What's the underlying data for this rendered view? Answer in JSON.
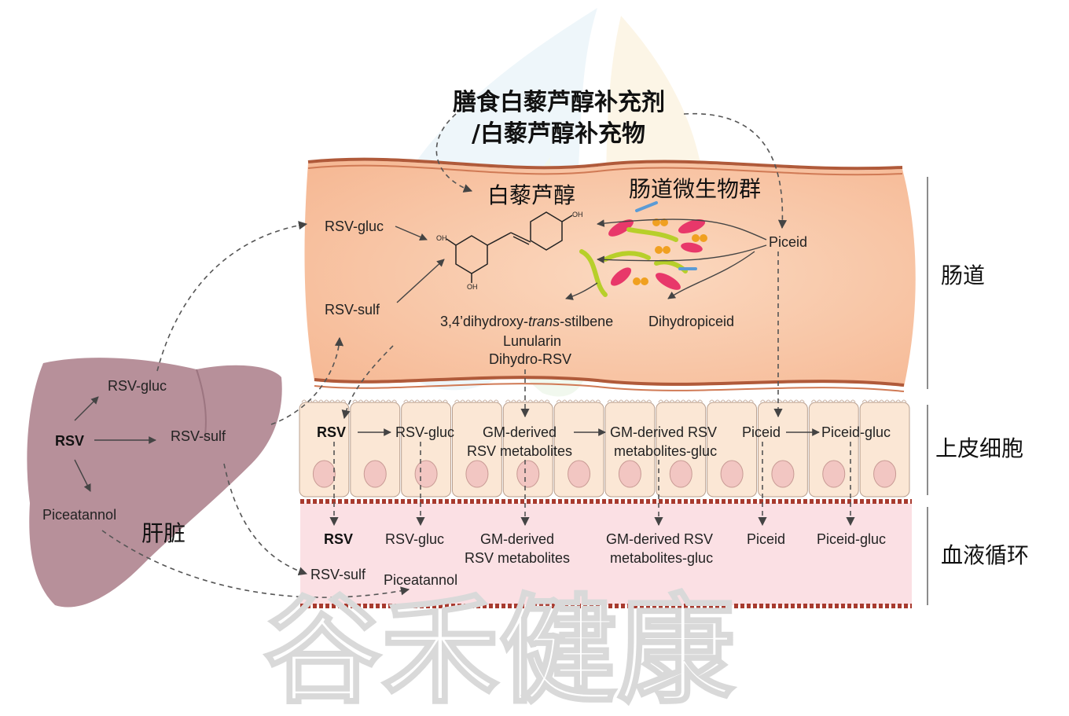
{
  "title": {
    "line1": "膳食白藜芦醇补充剂",
    "line2": "/白藜芦醇补充物"
  },
  "watermark": "谷禾健康",
  "region_labels": {
    "gut": "肠道",
    "epithelium": "上皮细胞",
    "blood": "血液循环",
    "liver": "肝脏"
  },
  "gut": {
    "resveratrol": "白藜芦醇",
    "microbiota": "肠道微生物群",
    "rsv_gluc": "RSV-gluc",
    "rsv_sulf": "RSV-sulf",
    "piceid": "Piceid",
    "dihydropiceid": "Dihydropiceid",
    "metabolite1_pre": "3,4’dihydroxy-",
    "metabolite1_italic": "trans",
    "metabolite1_post": "-stilbene",
    "metabolite2": "Lunularin",
    "metabolite3": "Dihydro-RSV"
  },
  "molecule": {
    "oh_top": "OH",
    "oh_left": "OH",
    "oh_bottom": "OH"
  },
  "epithelium": {
    "rsv": "RSV",
    "rsv_gluc": "RSV-gluc",
    "gm_line1": "GM-derived",
    "gm_line2": "RSV metabolites",
    "gmg_line1": "GM-derived RSV",
    "gmg_line2": "metabolites-gluc",
    "piceid": "Piceid",
    "piceid_gluc": "Piceid-gluc"
  },
  "blood": {
    "rsv": "RSV",
    "rsv_gluc": "RSV-gluc",
    "gm_line1": "GM-derived",
    "gm_line2": "RSV metabolites",
    "gmg_line1": "GM-derived RSV",
    "gmg_line2": "metabolites-gluc",
    "piceid": "Piceid",
    "piceid_gluc": "Piceid-gluc",
    "rsv_sulf": "RSV-sulf",
    "piceatannol": "Piceatannol"
  },
  "liver": {
    "rsv": "RSV",
    "rsv_gluc": "RSV-gluc",
    "rsv_sulf": "RSV-sulf",
    "piceatannol": "Piceatannol"
  },
  "colors": {
    "gut_fill": "#f8c9a8",
    "epithelium_fill": "#fbe7d5",
    "blood_fill": "#fbe0e4",
    "liver_fill": "#b7909a",
    "vessel_border": "#a83a2e"
  }
}
